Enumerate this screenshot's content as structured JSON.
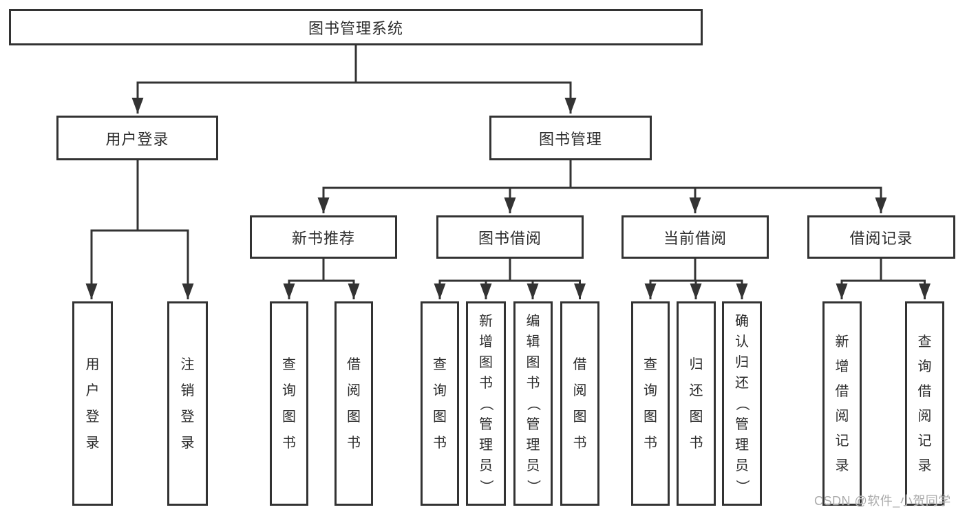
{
  "colors": {
    "line": "#333333",
    "text": "#2d2d2d",
    "box_background": "#ffffff",
    "watermark": "#ababab"
  },
  "root": {
    "label": "图书管理系统"
  },
  "branches": {
    "login": {
      "label": "用户登录",
      "children": [
        "用户登录",
        "注销登录"
      ]
    },
    "manage": {
      "label": "图书管理"
    }
  },
  "manage_sections": [
    {
      "label": "新书推荐",
      "children": [
        "查询图书",
        "借阅图书"
      ]
    },
    {
      "label": "图书借阅",
      "children": [
        "查询图书",
        "新增图书（管理员）",
        "编辑图书（管理员）",
        "借阅图书"
      ]
    },
    {
      "label": "当前借阅",
      "children": [
        "查询图书",
        "归还图书",
        "确认归还（管理员）"
      ]
    },
    {
      "label": "借阅记录",
      "children": [
        "新增借阅记录",
        "查询借阅记录"
      ]
    }
  ],
  "watermark": {
    "text": "CSDN @软件_小贺同学"
  }
}
